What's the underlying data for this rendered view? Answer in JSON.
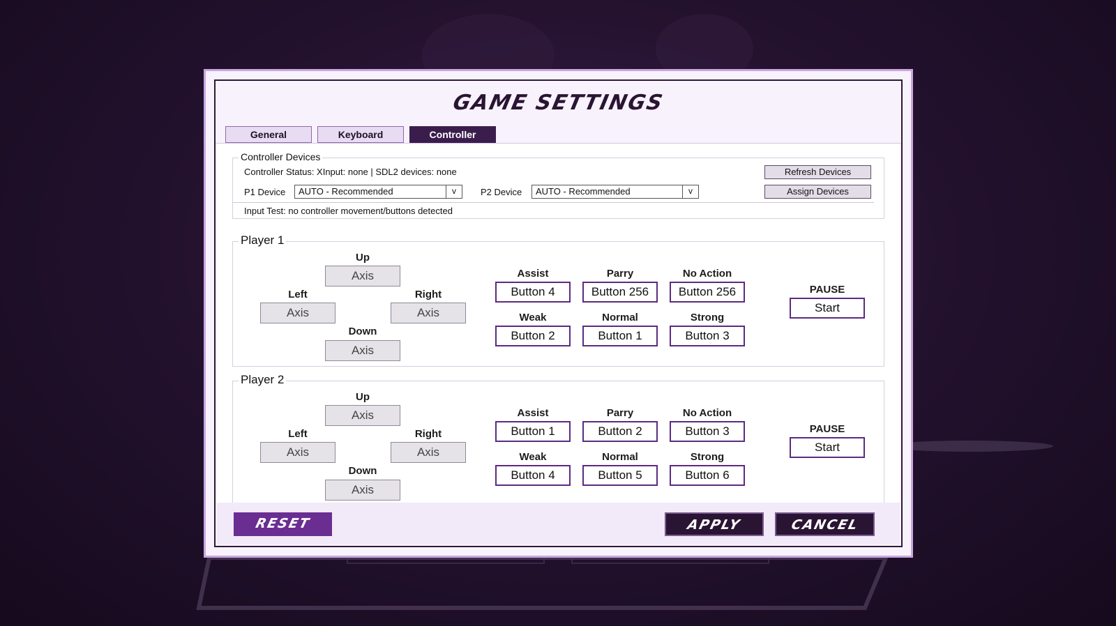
{
  "dialog": {
    "title": "GAME SETTINGS",
    "tabs": [
      {
        "label": "General",
        "active": false
      },
      {
        "label": "Keyboard",
        "active": false
      },
      {
        "label": "Controller",
        "active": true
      }
    ]
  },
  "devices": {
    "title": "Controller Devices",
    "status": "Controller Status: XInput: none  |  SDL2 devices: none",
    "refresh_label": "Refresh Devices",
    "assign_label": "Assign Devices",
    "p1_label": "P1 Device",
    "p1_value": "AUTO - Recommended",
    "p2_label": "P2 Device",
    "p2_value": "AUTO - Recommended",
    "dropdown_arrow": "v",
    "input_test": "Input Test: no controller movement/buttons detected"
  },
  "players": [
    {
      "title": "Player 1",
      "up_label": "Up",
      "up_value": "Axis",
      "left_label": "Left",
      "left_value": "Axis",
      "right_label": "Right",
      "right_value": "Axis",
      "down_label": "Down",
      "down_value": "Axis",
      "assist_label": "Assist",
      "assist_value": "Button 4",
      "parry_label": "Parry",
      "parry_value": "Button 256",
      "noaction_label": "No Action",
      "noaction_value": "Button 256",
      "weak_label": "Weak",
      "weak_value": "Button 2",
      "normal_label": "Normal",
      "normal_value": "Button 1",
      "strong_label": "Strong",
      "strong_value": "Button 3",
      "pause_label": "PAUSE",
      "pause_value": "Start"
    },
    {
      "title": "Player 2",
      "up_label": "Up",
      "up_value": "Axis",
      "left_label": "Left",
      "left_value": "Axis",
      "right_label": "Right",
      "right_value": "Axis",
      "down_label": "Down",
      "down_value": "Axis",
      "assist_label": "Assist",
      "assist_value": "Button 1",
      "parry_label": "Parry",
      "parry_value": "Button 2",
      "noaction_label": "No Action",
      "noaction_value": "Button 3",
      "weak_label": "Weak",
      "weak_value": "Button 4",
      "normal_label": "Normal",
      "normal_value": "Button 5",
      "strong_label": "Strong",
      "strong_value": "Button 6",
      "pause_label": "PAUSE",
      "pause_value": "Start"
    }
  ],
  "footer": {
    "reset_label": "RESET",
    "apply_label": "APPLY",
    "cancel_label": "CANCEL"
  },
  "colors": {
    "accent_purple": "#6a2d92",
    "dark_purple": "#2a1433",
    "binding_border": "#5b2a82"
  }
}
